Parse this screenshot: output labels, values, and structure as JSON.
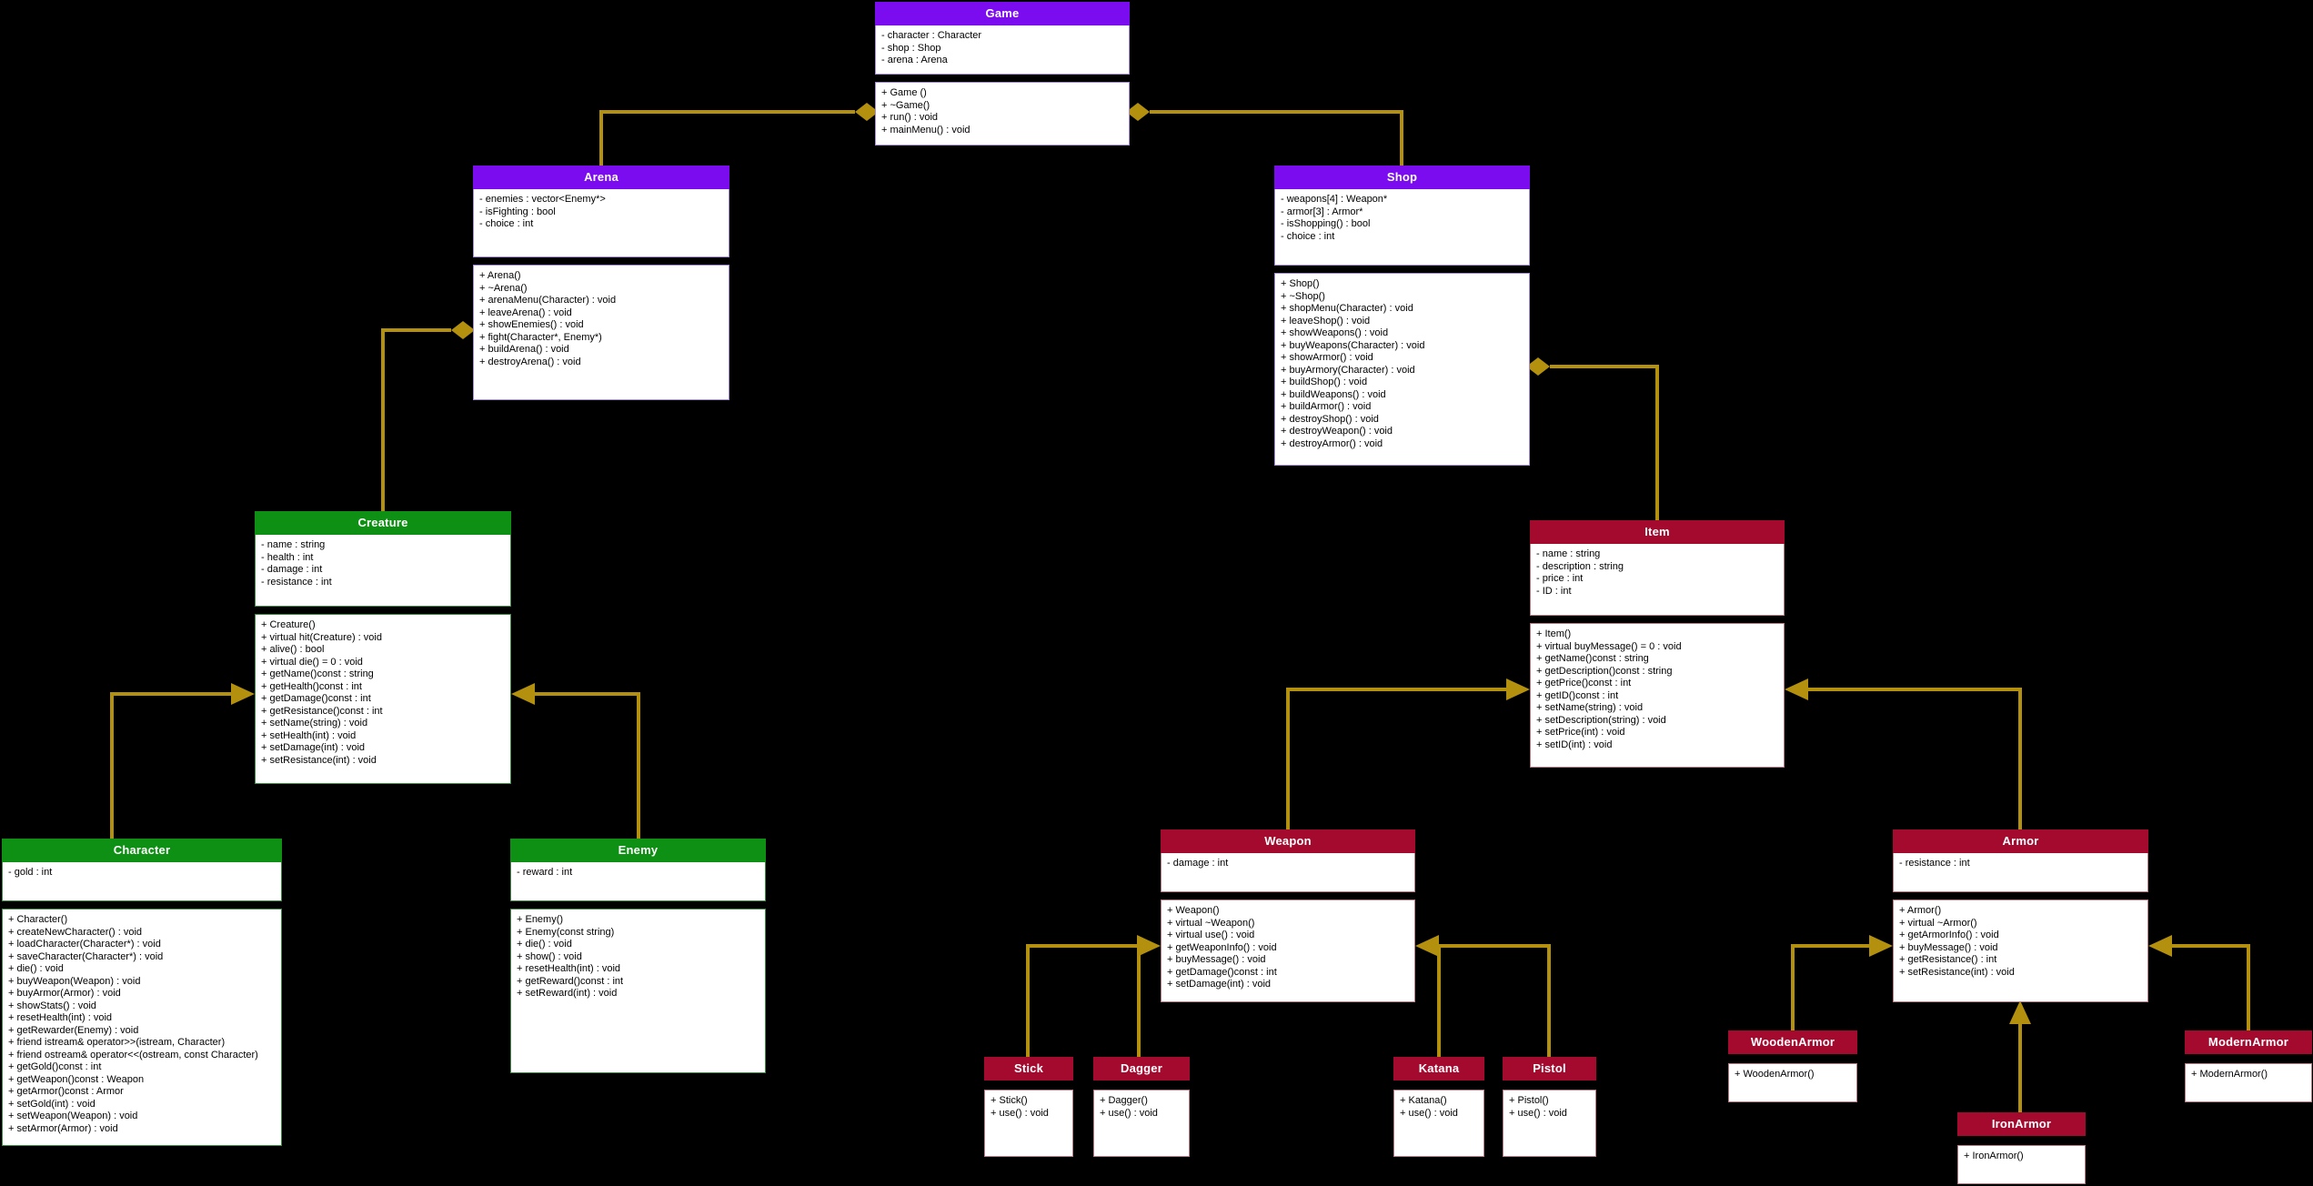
{
  "diagram": {
    "kind": "uml-class-diagram",
    "colors": {
      "background": "#000000",
      "controller_header": "#7B0CF0",
      "creature_header": "#0E9014",
      "item_header": "#A30A2E",
      "connector": "#B3900D",
      "box_fill": "#FFFFFF",
      "header_text": "#FFFFFF"
    },
    "classes": {
      "game": {
        "name": "Game",
        "attributes": [
          "- character : Character",
          "- shop : Shop",
          "- arena : Arena"
        ],
        "methods": [
          "+ Game ()",
          "+ ~Game()",
          "+ run() : void",
          "+ mainMenu() : void"
        ]
      },
      "arena": {
        "name": "Arena",
        "attributes": [
          "- enemies : vector<Enemy*>",
          "- isFighting : bool",
          "- choice : int"
        ],
        "methods": [
          "+ Arena()",
          "+ ~Arena()",
          "+ arenaMenu(Character) : void",
          "+ leaveArena() : void",
          "+ showEnemies() : void",
          "+ fight(Character*, Enemy*)",
          "+ buildArena() : void",
          "+ destroyArena() : void"
        ]
      },
      "shop": {
        "name": "Shop",
        "attributes": [
          "- weapons[4] : Weapon*",
          "- armor[3] : Armor*",
          "- isShopping() : bool",
          "- choice : int"
        ],
        "methods": [
          "+ Shop()",
          "+ ~Shop()",
          "+ shopMenu(Character) : void",
          "+ leaveShop() : void",
          "+ showWeapons() : void",
          "+ buyWeapons(Character) : void",
          "+ showArmor() : void",
          "+ buyArmory(Character) : void",
          "+ buildShop() : void",
          "+ buildWeapons() : void",
          "+ buildArmor() : void",
          "+ destroyShop() : void",
          "+ destroyWeapon() : void",
          "+ destroyArmor() : void"
        ]
      },
      "creature": {
        "name": "Creature",
        "attributes": [
          "- name : string",
          "- health : int",
          "- damage : int",
          "- resistance : int"
        ],
        "methods": [
          "+ Creature()",
          "+ virtual hit(Creature) : void",
          "+ alive() : bool",
          "+ virtual die() = 0 : void",
          "+ getName()const : string",
          "+ getHealth()const : int",
          "+ getDamage()const : int",
          "+ getResistance()const : int",
          "+ setName(string) : void",
          "+ setHealth(int) : void",
          "+ setDamage(int) : void",
          "+ setResistance(int) : void"
        ]
      },
      "character": {
        "name": "Character",
        "attributes": [
          "- gold : int"
        ],
        "methods": [
          "+ Character()",
          "+ createNewCharacter() : void",
          "+ loadCharacter(Character*) : void",
          "+ saveCharacter(Character*) : void",
          "+ die() : void",
          "+ buyWeapon(Weapon) : void",
          "+ buyArmor(Armor) : void",
          "+ showStats() : void",
          "+ resetHealth(int) : void",
          "+ getRewarder(Enemy) : void",
          "+ friend istream& operator>>(istream, Character)",
          "+ friend ostream& operator<<(ostream, const Character)",
          "+ getGold()const : int",
          "+ getWeapon()const : Weapon",
          "+ getArmor()const : Armor",
          "+ setGold(int) : void",
          "+ setWeapon(Weapon) : void",
          "+ setArmor(Armor) : void"
        ]
      },
      "enemy": {
        "name": "Enemy",
        "attributes": [
          "- reward : int"
        ],
        "methods": [
          "+ Enemy()",
          "+ Enemy(const string)",
          "+ die() : void",
          "+ show() : void",
          "+ resetHealth(int) : void",
          "+ getReward()const : int",
          "+ setReward(int) : void"
        ]
      },
      "item": {
        "name": "Item",
        "attributes": [
          "- name : string",
          "- description : string",
          "- price : int",
          "- ID : int"
        ],
        "methods": [
          "+ Item()",
          "+ virtual buyMessage() = 0 : void",
          "+ getName()const : string",
          "+ getDescription()const : string",
          "+ getPrice()const : int",
          "+ getID()const : int",
          "+ setName(string) : void",
          "+ setDescription(string) : void",
          "+ setPrice(int) : void",
          "+ setID(int) : void"
        ]
      },
      "weapon": {
        "name": "Weapon",
        "attributes": [
          "- damage : int"
        ],
        "methods": [
          "+ Weapon()",
          "+ virtual ~Weapon()",
          "+ virtual use() : void",
          "+ getWeaponInfo() : void",
          "+ buyMessage() : void",
          "+ getDamage()const : int",
          "+ setDamage(int) : void"
        ]
      },
      "armor": {
        "name": "Armor",
        "attributes": [
          "- resistance : int"
        ],
        "methods": [
          "+ Armor()",
          "+ virtual ~Armor()",
          "+ getArmorInfo() : void",
          "+ buyMessage() : void",
          "+ getResistance() : int",
          "+ setResistance(int) : void"
        ]
      },
      "stick": {
        "name": "Stick",
        "attributes": [],
        "methods": [
          "+ Stick()",
          "+ use() : void"
        ]
      },
      "dagger": {
        "name": "Dagger",
        "attributes": [],
        "methods": [
          "+ Dagger()",
          "+ use() : void"
        ]
      },
      "katana": {
        "name": "Katana",
        "attributes": [],
        "methods": [
          "+ Katana()",
          "+ use() : void"
        ]
      },
      "pistol": {
        "name": "Pistol",
        "attributes": [],
        "methods": [
          "+ Pistol()",
          "+ use() : void"
        ]
      },
      "wooden_armor": {
        "name": "WoodenArmor",
        "attributes": [],
        "methods": [
          "+ WoodenArmor()"
        ]
      },
      "modern_armor": {
        "name": "ModernArmor",
        "attributes": [],
        "methods": [
          "+ ModernArmor()"
        ]
      },
      "iron_armor": {
        "name": "IronArmor",
        "attributes": [],
        "methods": [
          "+ IronArmor()"
        ]
      }
    },
    "relationships": [
      {
        "type": "aggregation",
        "owner": "Game",
        "part": "Arena"
      },
      {
        "type": "aggregation",
        "owner": "Game",
        "part": "Shop"
      },
      {
        "type": "aggregation",
        "owner": "Arena",
        "part": "Creature"
      },
      {
        "type": "aggregation",
        "owner": "Shop",
        "part": "Item"
      },
      {
        "type": "inheritance",
        "base": "Creature",
        "derived": "Character"
      },
      {
        "type": "inheritance",
        "base": "Creature",
        "derived": "Enemy"
      },
      {
        "type": "inheritance",
        "base": "Item",
        "derived": "Weapon"
      },
      {
        "type": "inheritance",
        "base": "Item",
        "derived": "Armor"
      },
      {
        "type": "inheritance",
        "base": "Weapon",
        "derived": "Stick"
      },
      {
        "type": "inheritance",
        "base": "Weapon",
        "derived": "Dagger"
      },
      {
        "type": "inheritance",
        "base": "Weapon",
        "derived": "Katana"
      },
      {
        "type": "inheritance",
        "base": "Weapon",
        "derived": "Pistol"
      },
      {
        "type": "inheritance",
        "base": "Armor",
        "derived": "WoodenArmor"
      },
      {
        "type": "inheritance",
        "base": "Armor",
        "derived": "ModernArmor"
      },
      {
        "type": "inheritance",
        "base": "Armor",
        "derived": "IronArmor"
      }
    ]
  }
}
